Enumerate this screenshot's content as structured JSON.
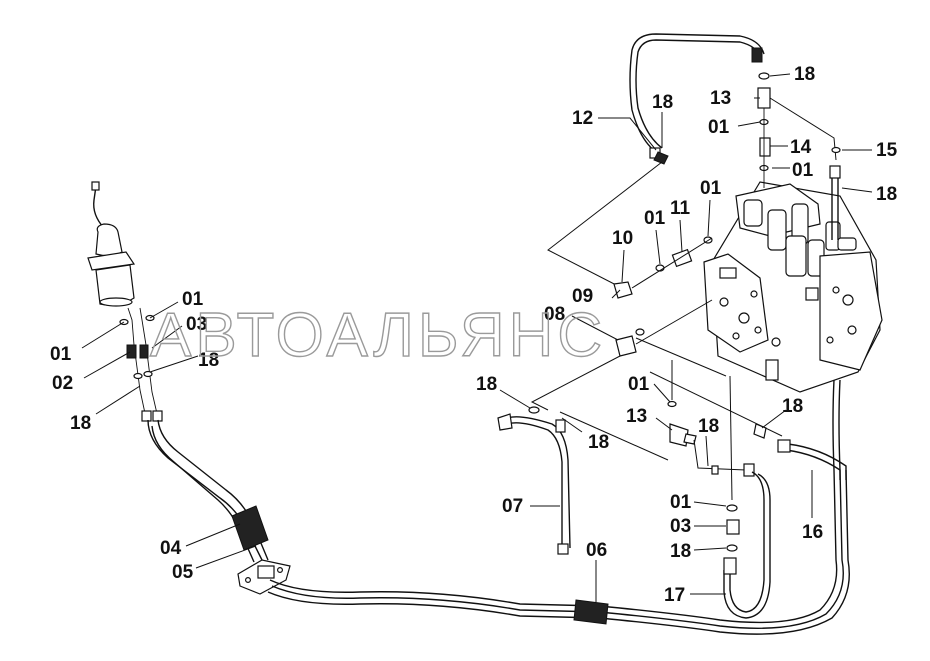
{
  "watermark": "АВТОАЛЬЯНС",
  "labels": [
    {
      "id": "l01a",
      "text": "01"
    },
    {
      "id": "l01b",
      "text": "01"
    },
    {
      "id": "l03a",
      "text": "03"
    },
    {
      "id": "l02",
      "text": "02"
    },
    {
      "id": "l18a",
      "text": "18"
    },
    {
      "id": "l18b",
      "text": "18"
    },
    {
      "id": "l04",
      "text": "04"
    },
    {
      "id": "l05",
      "text": "05"
    },
    {
      "id": "l12",
      "text": "12"
    },
    {
      "id": "l18c",
      "text": "18"
    },
    {
      "id": "l10",
      "text": "10"
    },
    {
      "id": "l01c",
      "text": "01"
    },
    {
      "id": "l11",
      "text": "11"
    },
    {
      "id": "l01d",
      "text": "01"
    },
    {
      "id": "l09",
      "text": "09"
    },
    {
      "id": "l08",
      "text": "08"
    },
    {
      "id": "l18d",
      "text": "18"
    },
    {
      "id": "l13a",
      "text": "13"
    },
    {
      "id": "l01e",
      "text": "01"
    },
    {
      "id": "l14",
      "text": "14"
    },
    {
      "id": "l01f",
      "text": "01"
    },
    {
      "id": "l18e",
      "text": "18"
    },
    {
      "id": "l15",
      "text": "15"
    },
    {
      "id": "l18f",
      "text": "18"
    },
    {
      "id": "l18g",
      "text": "18"
    },
    {
      "id": "l01g",
      "text": "01"
    },
    {
      "id": "l13b",
      "text": "13"
    },
    {
      "id": "l18h",
      "text": "18"
    },
    {
      "id": "l18i",
      "text": "18"
    },
    {
      "id": "l07",
      "text": "07"
    },
    {
      "id": "l01h",
      "text": "01"
    },
    {
      "id": "l03b",
      "text": "03"
    },
    {
      "id": "l18j",
      "text": "18"
    },
    {
      "id": "l16",
      "text": "16"
    },
    {
      "id": "l06",
      "text": "06"
    },
    {
      "id": "l17",
      "text": "17"
    }
  ]
}
